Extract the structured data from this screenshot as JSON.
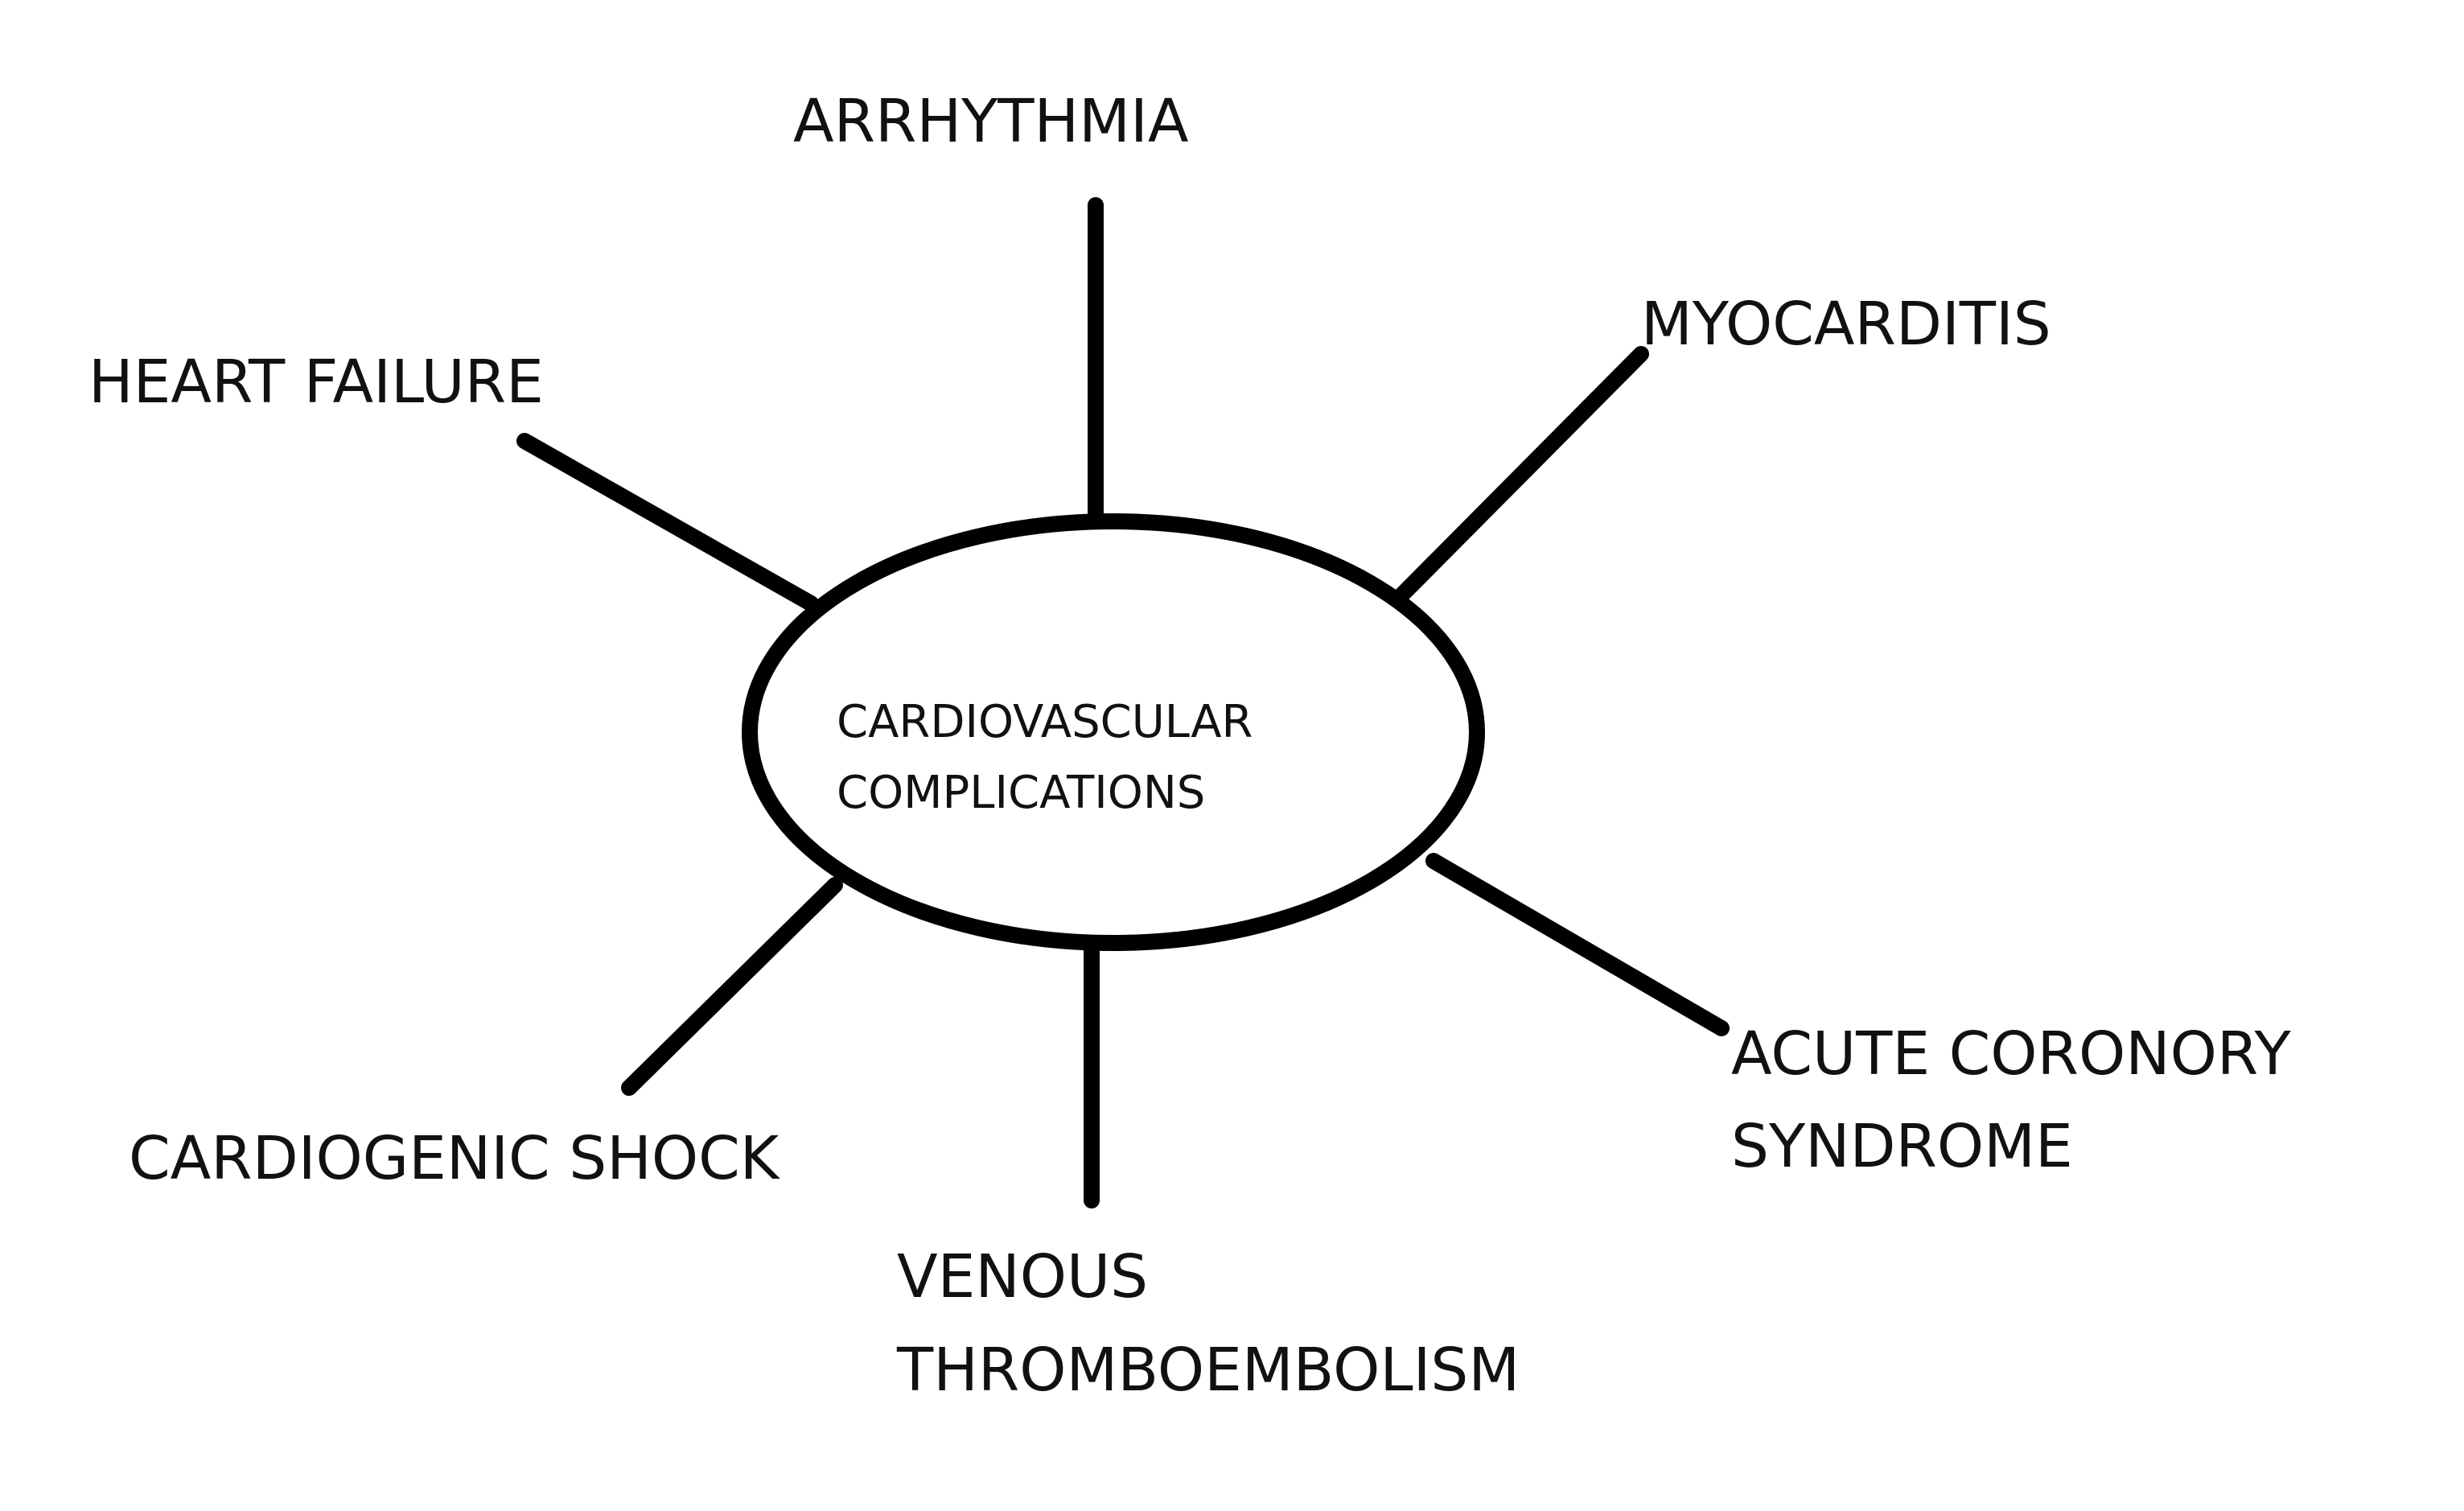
{
  "diagram": {
    "center": {
      "line1": "CARDIOVASCULAR",
      "line2": "COMPLICATIONS"
    },
    "branches": {
      "arrhythmia": "ARRHYTHMIA",
      "myocarditis": "MYOCARDITIS",
      "heart_failure": "HEART FAILURE",
      "acs_line1": "ACUTE CORONORY",
      "acs_line2": "SYNDROME",
      "cardiogenic_shock": "CARDIOGENIC SHOCK",
      "vte_line1": "VENOUS",
      "vte_line2": "THROMBOEMBOLISM"
    },
    "colors": {
      "ink": "#000000",
      "background": "#ffffff"
    }
  }
}
